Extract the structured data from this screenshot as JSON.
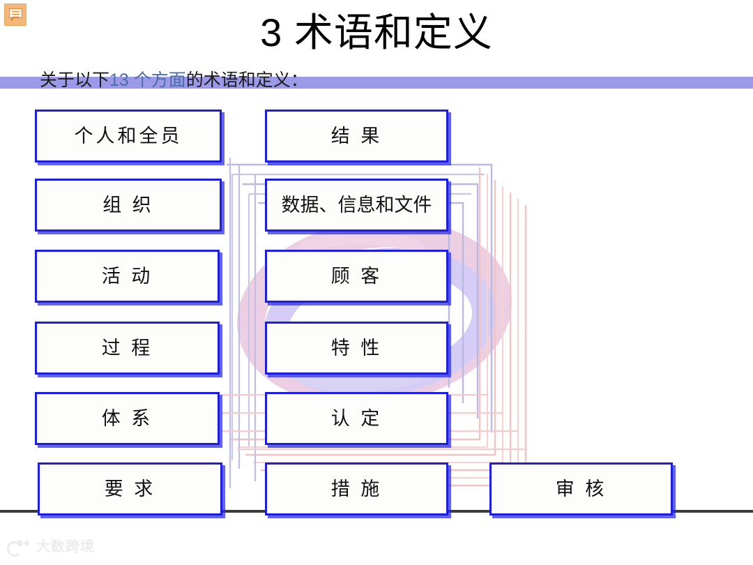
{
  "slide": {
    "title": "3 术语和定义",
    "subtitle": {
      "prefix": "关于以下",
      "highlight": "13 个方面",
      "suffix": "的术语和定义："
    },
    "note_icon": "comment-note-icon"
  },
  "colors": {
    "box_border": "#1e1ee0",
    "box_shadow": "#2828e1",
    "subtitle_band": "#9b99e8",
    "subtitle_highlight": "#4a6fa5",
    "bottom_rule": "#3b3b3b",
    "note_icon": "#f5b679",
    "deco_lavender": "#b9b9e4",
    "deco_pink": "#f2c3c3",
    "deco_swoosh_pink": "#f0bcd2",
    "deco_swoosh_purple": "#c0b6ec"
  },
  "boxes": {
    "column_left": [
      {
        "label": "个人和全员",
        "spaced": false
      },
      {
        "label": "组 织",
        "spaced": true
      },
      {
        "label": "活 动",
        "spaced": true
      },
      {
        "label": "过 程",
        "spaced": true
      },
      {
        "label": "体 系",
        "spaced": true
      },
      {
        "label": "要 求",
        "spaced": true
      }
    ],
    "column_middle": [
      {
        "label": "结 果",
        "spaced": true
      },
      {
        "label": "数据、信息和文件",
        "spaced": false
      },
      {
        "label": "顾 客",
        "spaced": true
      },
      {
        "label": "特 性",
        "spaced": true
      },
      {
        "label": "认 定",
        "spaced": true
      },
      {
        "label": "措 施",
        "spaced": true
      }
    ],
    "column_right": [
      {
        "label": "审 核",
        "spaced": true
      }
    ]
  },
  "watermark": {
    "text": "大数跨境"
  }
}
